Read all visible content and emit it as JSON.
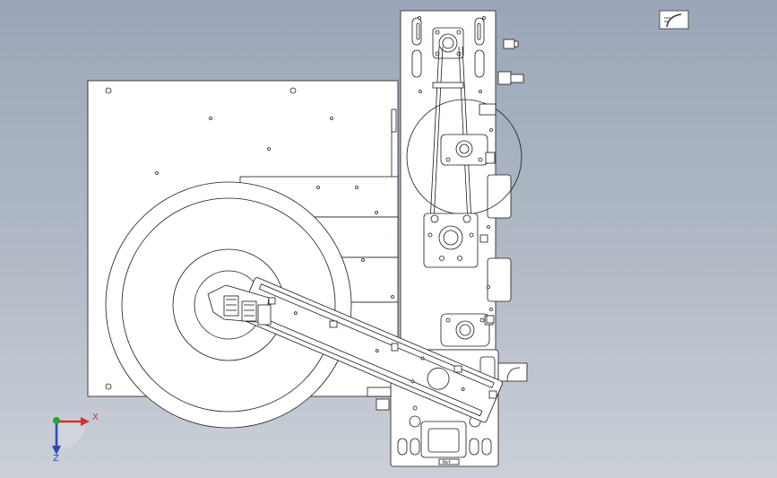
{
  "viewport": {
    "background_top": "#9aa6b8",
    "background_bottom": "#cbd0d8",
    "part_fill": "#ffffff",
    "line_color": "#1a1a1a"
  },
  "triad": {
    "x_label": "X",
    "z_label": "Z",
    "x_color": "#d23030",
    "y_color": "#22a82a",
    "z_color": "#2a48c0"
  },
  "view_orientation_icon": "view-orientation-icon",
  "footer_tag": "Ref"
}
